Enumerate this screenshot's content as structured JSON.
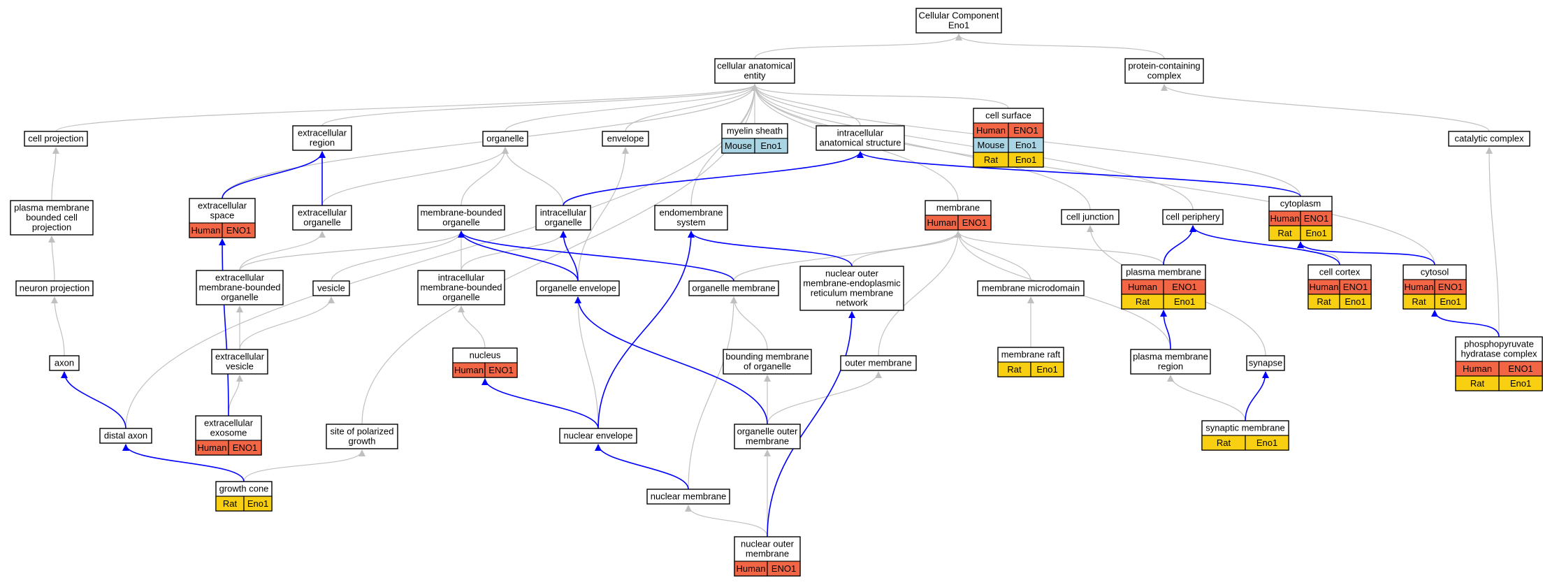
{
  "graph": {
    "title": "Cellular Component Eno1",
    "colors": {
      "gray_edge": "#c0c0c0",
      "blue_edge": "#0000ff",
      "Human": "#f36645",
      "Mouse": "#a9d4e4",
      "Rat": "#f9d011"
    },
    "nodes": {
      "root": {
        "lines": [
          "Cellular Component",
          "Eno1"
        ]
      },
      "cae": {
        "lines": [
          "cellular anatomical",
          "entity"
        ]
      },
      "pcc": {
        "lines": [
          "protein-containing",
          "complex"
        ]
      },
      "cellproj": {
        "lines": [
          "cell projection"
        ]
      },
      "exreg": {
        "lines": [
          "extracellular",
          "region"
        ]
      },
      "organelle": {
        "lines": [
          "organelle"
        ]
      },
      "envelope": {
        "lines": [
          "envelope"
        ]
      },
      "myelin": {
        "lines": [
          "myelin sheath"
        ]
      },
      "ias": {
        "lines": [
          "intracellular",
          "anatomical structure"
        ]
      },
      "cellsurf": {
        "lines": [
          "cell surface"
        ]
      },
      "catcomp": {
        "lines": [
          "catalytic complex"
        ]
      },
      "pmbcp": {
        "lines": [
          "plasma membrane",
          "bounded cell",
          "projection"
        ]
      },
      "exspace": {
        "lines": [
          "extracellular",
          "space"
        ]
      },
      "exorg": {
        "lines": [
          "extracellular",
          "organelle"
        ]
      },
      "mbo": {
        "lines": [
          "membrane-bounded",
          "organelle"
        ]
      },
      "intorg": {
        "lines": [
          "intracellular",
          "organelle"
        ]
      },
      "endo": {
        "lines": [
          "endomembrane",
          "system"
        ]
      },
      "membrane": {
        "lines": [
          "membrane"
        ]
      },
      "celljunc": {
        "lines": [
          "cell junction"
        ]
      },
      "cellperi": {
        "lines": [
          "cell periphery"
        ]
      },
      "cytoplasm": {
        "lines": [
          "cytoplasm"
        ]
      },
      "neuronproj": {
        "lines": [
          "neuron projection"
        ]
      },
      "exmbo": {
        "lines": [
          "extracellular",
          "membrane-bounded",
          "organelle"
        ]
      },
      "vesicle": {
        "lines": [
          "vesicle"
        ]
      },
      "imbo": {
        "lines": [
          "intracellular",
          "membrane-bounded",
          "organelle"
        ]
      },
      "orgenv": {
        "lines": [
          "organelle envelope"
        ]
      },
      "orgmem": {
        "lines": [
          "organelle membrane"
        ]
      },
      "nomer": {
        "lines": [
          "nuclear outer",
          "membrane-endoplasmic",
          "reticulum membrane",
          "network"
        ]
      },
      "memmicro": {
        "lines": [
          "membrane microdomain"
        ]
      },
      "plasmamem": {
        "lines": [
          "plasma membrane"
        ]
      },
      "cellcortex": {
        "lines": [
          "cell cortex"
        ]
      },
      "cytosol": {
        "lines": [
          "cytosol"
        ]
      },
      "axon": {
        "lines": [
          "axon"
        ]
      },
      "exves": {
        "lines": [
          "extracellular",
          "vesicle"
        ]
      },
      "nucleus": {
        "lines": [
          "nucleus"
        ]
      },
      "bmo": {
        "lines": [
          "bounding membrane",
          "of organelle"
        ]
      },
      "outermem": {
        "lines": [
          "outer membrane"
        ]
      },
      "memraft": {
        "lines": [
          "membrane raft"
        ]
      },
      "pmr": {
        "lines": [
          "plasma membrane",
          "region"
        ]
      },
      "synapse": {
        "lines": [
          "synapse"
        ]
      },
      "phh": {
        "lines": [
          "phosphopyruvate",
          "hydratase complex"
        ]
      },
      "distalaxon": {
        "lines": [
          "distal axon"
        ]
      },
      "exosome": {
        "lines": [
          "extracellular",
          "exosome"
        ]
      },
      "spg": {
        "lines": [
          "site of polarized",
          "growth"
        ]
      },
      "nucenv": {
        "lines": [
          "nuclear envelope"
        ]
      },
      "oom": {
        "lines": [
          "organelle outer",
          "membrane"
        ]
      },
      "synmem": {
        "lines": [
          "synaptic membrane"
        ]
      },
      "growthcone": {
        "lines": [
          "growth cone"
        ]
      },
      "nucmem": {
        "lines": [
          "nuclear membrane"
        ]
      },
      "nom": {
        "lines": [
          "nuclear outer",
          "membrane"
        ]
      }
    },
    "annotations": {
      "myelin": [
        [
          "Mouse",
          "Eno1"
        ]
      ],
      "cellsurf": [
        [
          "Human",
          "ENO1"
        ],
        [
          "Mouse",
          "Eno1"
        ],
        [
          "Rat",
          "Eno1"
        ]
      ],
      "exspace": [
        [
          "Human",
          "ENO1"
        ]
      ],
      "membrane": [
        [
          "Human",
          "ENO1"
        ]
      ],
      "cytoplasm": [
        [
          "Human",
          "ENO1"
        ],
        [
          "Rat",
          "Eno1"
        ]
      ],
      "plasmamem": [
        [
          "Human",
          "ENO1"
        ],
        [
          "Rat",
          "Eno1"
        ]
      ],
      "cellcortex": [
        [
          "Human",
          "ENO1"
        ],
        [
          "Rat",
          "Eno1"
        ]
      ],
      "cytosol": [
        [
          "Human",
          "ENO1"
        ],
        [
          "Rat",
          "Eno1"
        ]
      ],
      "nucleus": [
        [
          "Human",
          "ENO1"
        ]
      ],
      "memraft": [
        [
          "Rat",
          "Eno1"
        ]
      ],
      "phh": [
        [
          "Human",
          "ENO1"
        ],
        [
          "Rat",
          "Eno1"
        ]
      ],
      "exosome": [
        [
          "Human",
          "ENO1"
        ]
      ],
      "synmem": [
        [
          "Rat",
          "Eno1"
        ]
      ],
      "growthcone": [
        [
          "Rat",
          "Eno1"
        ]
      ],
      "nom": [
        [
          "Human",
          "ENO1"
        ]
      ]
    },
    "edges": [
      [
        "cae",
        "root",
        "gray"
      ],
      [
        "pcc",
        "root",
        "gray"
      ],
      [
        "cellproj",
        "cae",
        "gray"
      ],
      [
        "exreg",
        "cae",
        "gray"
      ],
      [
        "organelle",
        "cae",
        "gray"
      ],
      [
        "envelope",
        "cae",
        "gray"
      ],
      [
        "myelin",
        "cae",
        "gray"
      ],
      [
        "ias",
        "cae",
        "gray"
      ],
      [
        "cellsurf",
        "cae",
        "gray"
      ],
      [
        "exspace",
        "cae",
        "gray"
      ],
      [
        "distalaxon",
        "cae",
        "gray"
      ],
      [
        "spg",
        "cae",
        "gray"
      ],
      [
        "endo",
        "cae",
        "gray"
      ],
      [
        "membrane",
        "cae",
        "gray"
      ],
      [
        "celljunc",
        "cae",
        "gray"
      ],
      [
        "cellperi",
        "cae",
        "gray"
      ],
      [
        "cytoplasm",
        "cae",
        "gray"
      ],
      [
        "cytosol",
        "cae",
        "gray"
      ],
      [
        "catcomp",
        "pcc",
        "gray"
      ],
      [
        "phh",
        "catcomp",
        "gray"
      ],
      [
        "pmbcp",
        "cellproj",
        "gray"
      ],
      [
        "neuronproj",
        "pmbcp",
        "gray"
      ],
      [
        "axon",
        "neuronproj",
        "gray"
      ],
      [
        "exorg",
        "organelle",
        "gray"
      ],
      [
        "mbo",
        "organelle",
        "gray"
      ],
      [
        "intorg",
        "organelle",
        "gray"
      ],
      [
        "exmbo",
        "exorg",
        "gray"
      ],
      [
        "exmbo",
        "mbo",
        "gray"
      ],
      [
        "vesicle",
        "mbo",
        "gray"
      ],
      [
        "imbo",
        "mbo",
        "gray"
      ],
      [
        "imbo",
        "intorg",
        "gray"
      ],
      [
        "exves",
        "exmbo",
        "gray"
      ],
      [
        "exves",
        "vesicle",
        "gray"
      ],
      [
        "exosome",
        "exves",
        "gray"
      ],
      [
        "nucleus",
        "imbo",
        "gray"
      ],
      [
        "orgenv",
        "envelope",
        "gray"
      ],
      [
        "nucenv",
        "orgenv",
        "gray"
      ],
      [
        "orgmem",
        "membrane",
        "gray"
      ],
      [
        "nomer",
        "membrane",
        "gray"
      ],
      [
        "memmicro",
        "membrane",
        "gray"
      ],
      [
        "plasmamem",
        "membrane",
        "gray"
      ],
      [
        "outermem",
        "membrane",
        "gray"
      ],
      [
        "pmr",
        "membrane",
        "gray"
      ],
      [
        "memraft",
        "memmicro",
        "gray"
      ],
      [
        "bmo",
        "orgmem",
        "gray"
      ],
      [
        "nucmem",
        "orgmem",
        "gray"
      ],
      [
        "oom",
        "bmo",
        "gray"
      ],
      [
        "oom",
        "outermem",
        "gray"
      ],
      [
        "nom",
        "oom",
        "gray"
      ],
      [
        "nom",
        "nucmem",
        "gray"
      ],
      [
        "cellcortex",
        "cytoplasm",
        "gray"
      ],
      [
        "synmem",
        "pmr",
        "gray"
      ],
      [
        "synapse",
        "celljunc",
        "gray"
      ],
      [
        "growthcone",
        "spg",
        "gray"
      ],
      [
        "plasmamem",
        "cellperi",
        "gray"
      ],
      [
        "exspace",
        "exreg",
        "blue"
      ],
      [
        "exorg",
        "exreg",
        "blue"
      ],
      [
        "intorg",
        "ias",
        "blue"
      ],
      [
        "cytoplasm",
        "ias",
        "blue"
      ],
      [
        "orgenv",
        "mbo",
        "blue"
      ],
      [
        "orgenv",
        "intorg",
        "blue"
      ],
      [
        "orgmem",
        "mbo",
        "blue"
      ],
      [
        "nomer",
        "endo",
        "blue"
      ],
      [
        "nucenv",
        "endo",
        "blue"
      ],
      [
        "plasmamem",
        "cellperi",
        "blue"
      ],
      [
        "pmr",
        "plasmamem",
        "blue"
      ],
      [
        "cellcortex",
        "cellperi",
        "blue"
      ],
      [
        "cytosol",
        "cytoplasm",
        "blue"
      ],
      [
        "phh",
        "cytosol",
        "blue"
      ],
      [
        "distalaxon",
        "axon",
        "blue"
      ],
      [
        "growthcone",
        "distalaxon",
        "blue"
      ],
      [
        "exosome",
        "exspace",
        "blue"
      ],
      [
        "oom",
        "orgenv",
        "blue"
      ],
      [
        "nucenv",
        "nucleus",
        "blue"
      ],
      [
        "nucmem",
        "nucenv",
        "blue"
      ],
      [
        "nom",
        "nomer",
        "blue"
      ],
      [
        "synmem",
        "synapse",
        "blue"
      ]
    ]
  }
}
